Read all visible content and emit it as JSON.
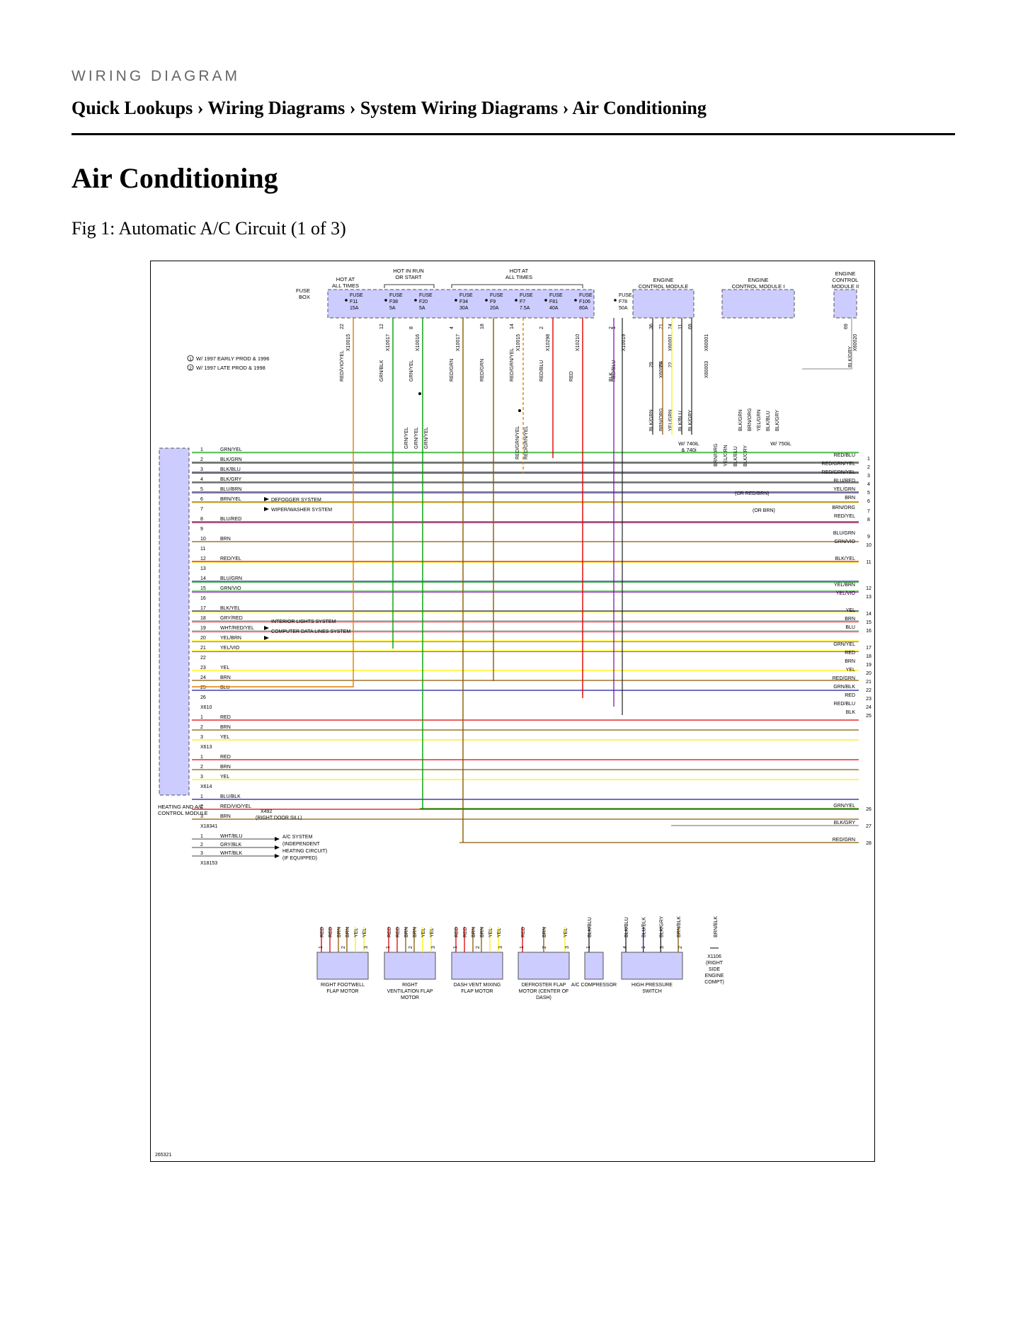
{
  "header": {
    "label": "WIRING DIAGRAM",
    "breadcrumb": "Quick Lookups › Wiring Diagrams › System Wiring Diagrams › Air Conditioning",
    "title": "Air Conditioning",
    "figure_caption": "Fig 1: Automatic A/C Circuit (1 of 3)"
  },
  "diagram": {
    "figure_id": "265321",
    "fuse_box": {
      "label": "FUSE BOX",
      "groups": [
        "HOT AT ALL TIMES",
        "HOT IN RUN OR START",
        "HOT AT ALL TIMES"
      ],
      "fuses": [
        {
          "name": "FUSE",
          "id": "F11",
          "amp": "15A",
          "pin": "22",
          "conn": "X10015",
          "wire": "RED/VIO/YEL"
        },
        {
          "name": "FUSE",
          "id": "F38",
          "amp": "5A",
          "pin": "12",
          "conn": "X10017",
          "wire": "GRN/BLK"
        },
        {
          "name": "FUSE",
          "id": "F20",
          "amp": "5A",
          "pin": "8",
          "conn": "X10016",
          "wire": "GRN/YEL"
        },
        {
          "name": "FUSE",
          "id": "F34",
          "amp": "30A",
          "pin": "4",
          "conn": "X10017",
          "wire": "RED/GRN"
        },
        {
          "name": "FUSE",
          "id": "F9",
          "amp": "20A",
          "pin": "18",
          "conn": "",
          "wire": "RED/GRN"
        },
        {
          "name": "FUSE",
          "id": "F7",
          "amp": "7.5A",
          "pin": "14",
          "conn": "X10015",
          "wire": "RED/GRN/YEL"
        },
        {
          "name": "FUSE",
          "id": "F81",
          "amp": "40A",
          "pin": "2",
          "conn": "X10298",
          "wire": "RED/BLU"
        },
        {
          "name": "FUSE",
          "id": "F106",
          "amp": "80A",
          "pin": "",
          "conn": "X10210",
          "wire": "RED"
        },
        {
          "name": "FUSE",
          "id": "F78",
          "amp": "50A",
          "pin": "2",
          "conn": "",
          "wire": "BLK"
        }
      ],
      "extra_pin": {
        "pin": "1",
        "conn": "X10019",
        "wire": "RED/BLU"
      },
      "split_wires": [
        "GRN/YEL",
        "GRN/YEL",
        "GRN/YEL"
      ],
      "split_wires_2": [
        "RED/GRN/YEL",
        "RED/GRN/YEL"
      ]
    },
    "modules": {
      "ecm": "ENGINE CONTROL MODULE",
      "ecm1": "ENGINE CONTROL MODULE I",
      "ecm2": "ENGINE CONTROL MODULE II",
      "ecm_conns": {
        "row1": [
          {
            "pin": "36",
            "conn": "X60001"
          },
          {
            "pin": "71",
            "conn": ""
          },
          {
            "pin": "74",
            "conn": ""
          },
          {
            "pin": "11",
            "conn": ""
          },
          {
            "pin": "69",
            "conn": ""
          },
          {
            "pin": "",
            "conn": "X60001"
          }
        ],
        "row2": [
          {
            "pin": "29",
            "conn": "X60004"
          },
          {
            "pin": "21",
            "conn": ""
          },
          {
            "pin": "22",
            "conn": ""
          },
          {
            "pin": "",
            "conn": "BLK/BLU"
          },
          {
            "pin": "",
            "conn": "BLK/GRY"
          },
          {
            "pin": "",
            "conn": "X60003"
          }
        ]
      },
      "ecm_wires": [
        "BLK/GRN",
        "BRN/ORG",
        "YEL/GRN",
        "BLK/BLU",
        "BLK/GRY"
      ],
      "ecm1_wires": [
        "BLK/GRN",
        "BRN/ORG",
        "YEL/GRN",
        "BLK/BLU",
        "BLK/GRY"
      ],
      "ecm2_pin": {
        "pin": "69",
        "conn": "X60020",
        "wire": "BLK/GRY"
      },
      "variant_740": "W/ 740iL & 740i",
      "variant_750": "W/ 750iL",
      "merge_label": "BLK/ GRN",
      "merge_wires": [
        "BRN/ORG",
        "YEL/GRN",
        "BLK/BLU",
        "BLK/GRY"
      ]
    },
    "notes": [
      {
        "num": "1",
        "text": "W/ 1997 EARLY PROD & 1996"
      },
      {
        "num": "2",
        "text": "W/ 1997 LATE PROD & 1998"
      }
    ],
    "hvac_module": {
      "label": "HEATING AND A/C CONTROL MODULE",
      "x610_pins": [
        {
          "pin": "1",
          "wire": "GRN/YEL"
        },
        {
          "pin": "2",
          "wire": "BLK/GRN"
        },
        {
          "pin": "3",
          "wire": "BLK/BLU"
        },
        {
          "pin": "4",
          "wire": "BLK/GRY"
        },
        {
          "pin": "5",
          "wire": "BLU/BRN"
        },
        {
          "pin": "6",
          "wire": "BRN/YEL"
        },
        {
          "pin": "7",
          "wire": ""
        },
        {
          "pin": "8",
          "wire": "BLU/RED"
        },
        {
          "pin": "9",
          "wire": ""
        },
        {
          "pin": "10",
          "wire": "BRN"
        },
        {
          "pin": "11",
          "wire": ""
        },
        {
          "pin": "12",
          "wire": "RED/YEL"
        },
        {
          "pin": "13",
          "wire": ""
        },
        {
          "pin": "14",
          "wire": "BLU/GRN"
        },
        {
          "pin": "15",
          "wire": "GRN/VIO"
        },
        {
          "pin": "16",
          "wire": ""
        },
        {
          "pin": "17",
          "wire": "BLK/YEL"
        },
        {
          "pin": "18",
          "wire": "GRY/RED"
        },
        {
          "pin": "19",
          "wire": "WHT/RED/YEL"
        },
        {
          "pin": "20",
          "wire": "YEL/BRN"
        },
        {
          "pin": "21",
          "wire": "YEL/VIO"
        },
        {
          "pin": "22",
          "wire": ""
        },
        {
          "pin": "23",
          "wire": "YEL"
        },
        {
          "pin": "24",
          "wire": "BRN"
        },
        {
          "pin": "25",
          "wire": "BLU"
        },
        {
          "pin": "26",
          "wire": ""
        }
      ],
      "x610": "X610",
      "x613_pins": [
        {
          "pin": "1",
          "wire": "RED"
        },
        {
          "pin": "2",
          "wire": "BRN"
        },
        {
          "pin": "3",
          "wire": "YEL"
        }
      ],
      "x613": "X613",
      "x614_pins": [
        {
          "pin": "1",
          "wire": "RED"
        },
        {
          "pin": "2",
          "wire": "BRN"
        },
        {
          "pin": "3",
          "wire": "YEL"
        }
      ],
      "x614": "X614",
      "x18341_pins": [
        {
          "pin": "1",
          "wire": "BLU/BLK"
        },
        {
          "pin": "2",
          "wire": "RED/VIO/YEL"
        },
        {
          "pin": "3",
          "wire": "BRN"
        }
      ],
      "x18341": "X18341",
      "x18153_pins": [
        {
          "pin": "1",
          "wire": "WHT/BLU"
        },
        {
          "pin": "2",
          "wire": "GRY/BLK"
        },
        {
          "pin": "3",
          "wire": "WHT/BLK"
        }
      ],
      "x18153": "X18153",
      "defogger": "DEFOGGER SYSTEM",
      "wiper": "WIPER/WASHER SYSTEM",
      "interior": "INTERIOR LIGHTS SYSTEM",
      "cdl": "COMPUTER DATA LINES SYSTEM",
      "ground_conn": "X492",
      "ground_loc": "(RIGHT DOOR SILL)",
      "ac_system": [
        "A/C SYSTEM",
        "(INDEPENDENT",
        "HEATING CIRCUIT)",
        "(IF EQUIPPED)"
      ]
    },
    "right_side": [
      {
        "n": "1",
        "wire": "RED/BLU"
      },
      {
        "n": "2",
        "wire": "RED/GRN/YEL"
      },
      {
        "n": "3",
        "wire": "RED/GRN/YEL"
      },
      {
        "n": "4",
        "wire": "BLU/RED"
      },
      {
        "n": "5",
        "wire": "YEL/GRN"
      },
      {
        "n": "6",
        "wire": "BRN"
      },
      {
        "n": "7",
        "wire": "BRN/ORG"
      },
      {
        "n": "8",
        "wire": "RED/YEL"
      },
      {
        "n": "9",
        "wire": "BLU/GRN"
      },
      {
        "n": "10",
        "wire": "GRN/VIO"
      },
      {
        "n": "11",
        "wire": "BLK/YEL"
      },
      {
        "n": "12",
        "wire": "YEL/BRN"
      },
      {
        "n": "13",
        "wire": "YEL/VIO"
      },
      {
        "n": "14",
        "wire": "YEL"
      },
      {
        "n": "15",
        "wire": "BRN"
      },
      {
        "n": "16",
        "wire": "BLU"
      },
      {
        "n": "17",
        "wire": "GRN/YEL"
      },
      {
        "n": "18",
        "wire": "RED"
      },
      {
        "n": "19",
        "wire": "BRN"
      },
      {
        "n": "20",
        "wire": "YEL"
      },
      {
        "n": "21",
        "wire": "RED/GRN"
      },
      {
        "n": "22",
        "wire": "GRN/BLK"
      },
      {
        "n": "23",
        "wire": "RED"
      },
      {
        "n": "24",
        "wire": "RED/BLU"
      },
      {
        "n": "25",
        "wire": "BLK"
      },
      {
        "n": "26",
        "wire": "GRN/YEL"
      },
      {
        "n": "27",
        "wire": "BLK/GRY"
      },
      {
        "n": "28",
        "wire": "RED/GRN"
      }
    ],
    "or_notes": [
      "(OR RED/BRN)",
      "(OR BRN)"
    ],
    "bottom_components": [
      {
        "label": "RIGHT FOOTWELL FLAP MOTOR",
        "pins": [
          "1",
          "2",
          "3"
        ],
        "wires": [
          "RED",
          "RED",
          "BRN",
          "BRN",
          "YEL",
          "YEL"
        ]
      },
      {
        "label": "RIGHT VENTILATION FLAP MOTOR",
        "pins": [
          "1",
          "2",
          "3"
        ],
        "wires": [
          "RED",
          "RED",
          "BRN",
          "BRN",
          "YEL",
          "YEL"
        ]
      },
      {
        "label": "DASH VENT MIXING FLAP MOTOR",
        "pins": [
          "1",
          "2",
          "3"
        ],
        "wires": [
          "RED",
          "RED",
          "BRN",
          "BRN",
          "YEL",
          "YEL"
        ]
      },
      {
        "label": "DEFROSTER FLAP MOTOR (CENTER OF DASH)",
        "pins": [
          "1",
          "2",
          "3"
        ],
        "wires": [
          "RED",
          "BRN",
          "YEL"
        ]
      },
      {
        "label": "A/C COMPRESSOR",
        "pins": [
          "1"
        ],
        "wires": [
          "BLK/BLU"
        ]
      },
      {
        "label": "HIGH PRESSURE SWITCH",
        "pins": [
          "4",
          "1",
          "3",
          "2"
        ],
        "wires": [
          "BLK/BLU",
          "BLU/BLK",
          "BLK/GRY",
          "BRN/BLK"
        ]
      }
    ],
    "ground": {
      "conn": "X1106",
      "text": [
        "(RIGHT",
        "SIDE",
        "ENGINE",
        "COMPT)"
      ],
      "wire": "BRN/BLK"
    },
    "colors": {
      "module_fill": "#ccccff",
      "red": "#e00000",
      "brn": "#8a5a00",
      "yel": "#ffee00",
      "grn": "#00a000",
      "blu": "#1a1aa0",
      "vio": "#8000a0",
      "org": "#e08000",
      "blk": "#222222",
      "gry": "#888888"
    }
  }
}
